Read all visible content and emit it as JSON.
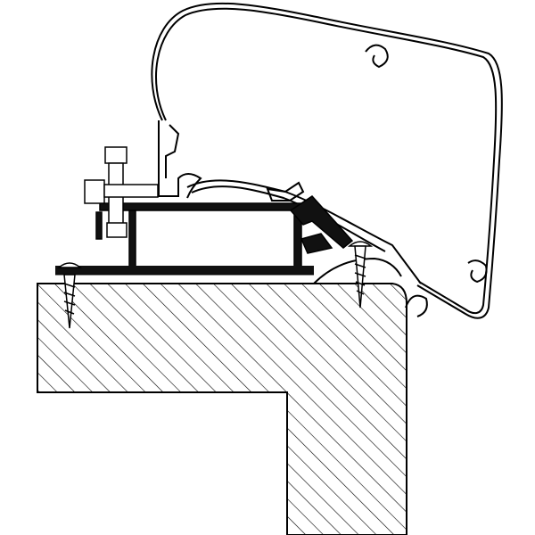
{
  "diagram": {
    "colors": {
      "line": "#000000",
      "background": "#ffffff",
      "profile_fill": "#111111"
    },
    "parts": [
      "wall-section",
      "mounting-rail",
      "adapter-bracket",
      "awning-housing",
      "bolts",
      "screws"
    ]
  }
}
